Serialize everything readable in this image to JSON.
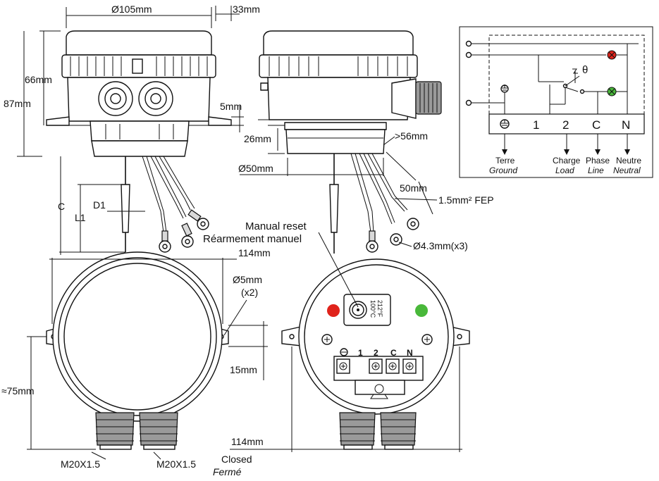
{
  "dimensions": {
    "dia105": "Ø105mm",
    "d33": "33mm",
    "d66": "66mm",
    "d87": "87mm",
    "d5": "5mm",
    "d26": "26mm",
    "d56": ">56mm",
    "dia50": "Ø50mm",
    "d50": "50mm",
    "wire": "1.5mm² FEP",
    "hole43": "Ø4.3mm(x3)",
    "c": "C",
    "d1": "D1",
    "l1": "L1",
    "w114_top": "114mm",
    "dia5": "Ø5mm",
    "x2": "(x2)",
    "d15": "15mm",
    "d75": "≈75mm",
    "w114_bottom": "114mm"
  },
  "labels": {
    "manual_reset": "Manual reset",
    "rearmement": "Réarmement manuel",
    "gland_left": "M20X1.5",
    "gland_right": "M20X1.5",
    "closed": "Closed",
    "ferme": "Fermé",
    "temp_f": "212°F",
    "temp_c": "100°C"
  },
  "wiring": {
    "theta": "θ",
    "terminals": [
      "1",
      "2",
      "C",
      "N"
    ],
    "captions": [
      {
        "en": "Terre",
        "fr": "Ground"
      },
      {
        "en": "Charge",
        "fr": "Load"
      },
      {
        "en": "Phase",
        "fr": "Line"
      },
      {
        "en": "Neutre",
        "fr": "Neutral"
      }
    ]
  },
  "face_terminals": [
    "1",
    "2",
    "C",
    "N"
  ],
  "colors": {
    "lamp_red": "#e0231b",
    "lamp_green": "#49b83a"
  }
}
